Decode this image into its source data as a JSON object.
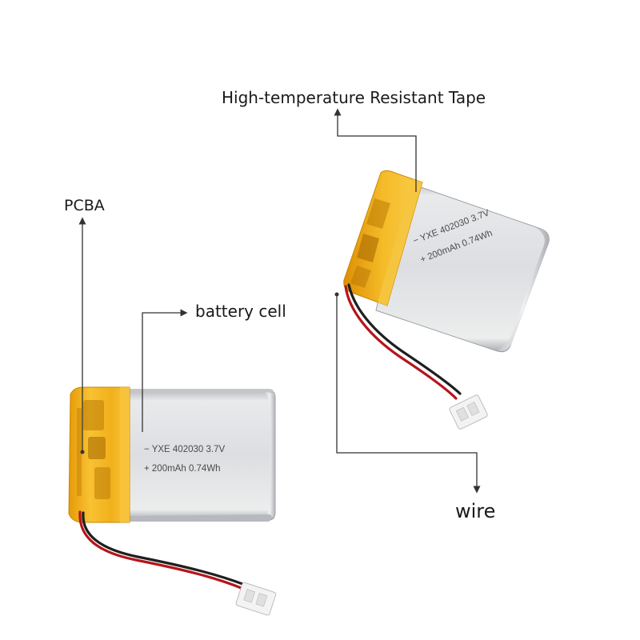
{
  "callouts": {
    "tape": "High-temperature Resistant Tape",
    "pcba": "PCBA",
    "battery_cell": "battery cell",
    "wire": "wire"
  },
  "battery_print": {
    "line1": "−  YXE 402030 3.7V",
    "line2": "+  200mAh 0.74Wh"
  },
  "colors": {
    "tape_yellow": "#f2b418",
    "cell_silver": "#d6d8db",
    "wire_red": "#b5151b",
    "wire_black": "#1f1f1f",
    "connector_white": "#f2f2f2",
    "leader_line": "#333333"
  }
}
